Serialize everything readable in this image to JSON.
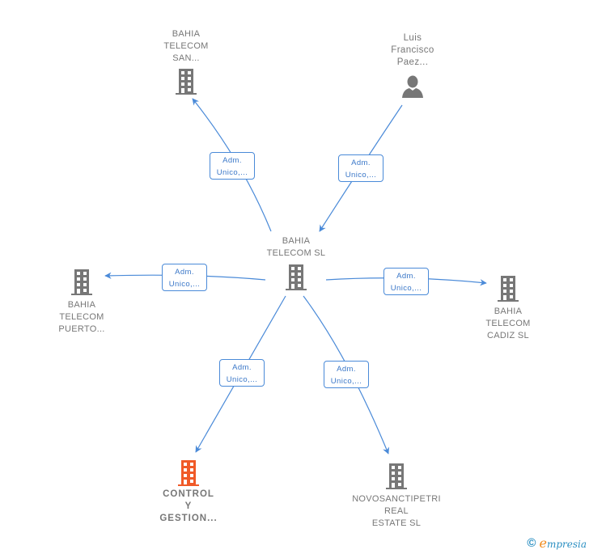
{
  "colors": {
    "edge": "#4a8ad8",
    "node_gray": "#777777",
    "node_highlight": "#f05a28",
    "edge_label_text": "#3a77c8"
  },
  "center": {
    "id": "bahia-telecom-sl",
    "icon": "building-icon",
    "label": [
      "BAHIA",
      "TELECOM  SL"
    ]
  },
  "nodes": [
    {
      "id": "bahia-telecom-san",
      "icon": "building-icon",
      "color": "gray",
      "label": [
        "BAHIA",
        "TELECOM",
        "SAN..."
      ]
    },
    {
      "id": "luis-francisco-paez",
      "icon": "person-icon",
      "color": "gray",
      "label": [
        "Luis",
        "Francisco",
        "Paez..."
      ]
    },
    {
      "id": "bahia-telecom-puerto",
      "icon": "building-icon",
      "color": "gray",
      "label": [
        "BAHIA",
        "TELECOM",
        "PUERTO..."
      ]
    },
    {
      "id": "bahia-telecom-cadiz-sl",
      "icon": "building-icon",
      "color": "gray",
      "label": [
        "BAHIA",
        "TELECOM",
        "CADIZ  SL"
      ]
    },
    {
      "id": "control-y-gestion",
      "icon": "building-icon",
      "color": "highlight",
      "label": [
        "CONTROL",
        "Y",
        "GESTION..."
      ]
    },
    {
      "id": "novosanctipetri-real-estate-sl",
      "icon": "building-icon",
      "color": "gray",
      "label": [
        "NOVOSANCTIPETRI",
        "REAL",
        "ESTATE  SL"
      ]
    }
  ],
  "edges": [
    {
      "from": "bahia-telecom-sl",
      "to": "bahia-telecom-san",
      "label": [
        "Adm.",
        "Unico,..."
      ]
    },
    {
      "from": "luis-francisco-paez",
      "to": "bahia-telecom-sl",
      "label": [
        "Adm.",
        "Unico,..."
      ]
    },
    {
      "from": "bahia-telecom-sl",
      "to": "bahia-telecom-puerto",
      "label": [
        "Adm.",
        "Unico,..."
      ]
    },
    {
      "from": "bahia-telecom-sl",
      "to": "bahia-telecom-cadiz-sl",
      "label": [
        "Adm.",
        "Unico,..."
      ]
    },
    {
      "from": "bahia-telecom-sl",
      "to": "control-y-gestion",
      "label": [
        "Adm.",
        "Unico,..."
      ]
    },
    {
      "from": "bahia-telecom-sl",
      "to": "novosanctipetri-real-estate-sl",
      "label": [
        "Adm.",
        "Unico,..."
      ]
    }
  ],
  "footer": {
    "copyright_symbol": "©",
    "brand_initial": "e",
    "brand_rest": "mpresia"
  }
}
